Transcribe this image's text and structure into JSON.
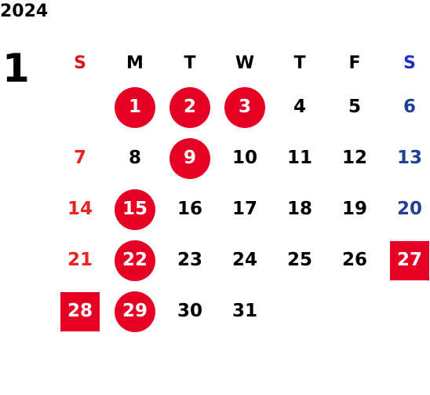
{
  "header": {
    "year": "2024",
    "month": "1"
  },
  "weekdays": [
    {
      "label": "S",
      "type": "sun"
    },
    {
      "label": "M",
      "type": ""
    },
    {
      "label": "T",
      "type": ""
    },
    {
      "label": "W",
      "type": ""
    },
    {
      "label": "T",
      "type": ""
    },
    {
      "label": "F",
      "type": ""
    },
    {
      "label": "S",
      "type": "sat"
    }
  ],
  "weeks": [
    [
      null,
      {
        "day": "1",
        "highlight": "circle"
      },
      {
        "day": "2",
        "highlight": "circle"
      },
      {
        "day": "3",
        "highlight": "circle"
      },
      {
        "day": "4"
      },
      {
        "day": "5"
      },
      {
        "day": "6"
      }
    ],
    [
      {
        "day": "7"
      },
      {
        "day": "8"
      },
      {
        "day": "9",
        "highlight": "circle"
      },
      {
        "day": "10"
      },
      {
        "day": "11"
      },
      {
        "day": "12"
      },
      {
        "day": "13"
      }
    ],
    [
      {
        "day": "14"
      },
      {
        "day": "15",
        "highlight": "circle"
      },
      {
        "day": "16"
      },
      {
        "day": "17"
      },
      {
        "day": "18"
      },
      {
        "day": "19"
      },
      {
        "day": "20"
      }
    ],
    [
      {
        "day": "21"
      },
      {
        "day": "22",
        "highlight": "circle"
      },
      {
        "day": "23"
      },
      {
        "day": "24"
      },
      {
        "day": "25"
      },
      {
        "day": "26"
      },
      {
        "day": "27",
        "highlight": "square"
      }
    ],
    [
      {
        "day": "28",
        "highlight": "square"
      },
      {
        "day": "29",
        "highlight": "circle"
      },
      {
        "day": "30"
      },
      {
        "day": "31"
      },
      null,
      null,
      null
    ]
  ],
  "colors": {
    "highlight": "#e50024",
    "sunday_text": "#e8261f",
    "saturday_text": "#1f3f99",
    "sunday_header": "#e0121c",
    "saturday_header": "#1f2fd0"
  }
}
